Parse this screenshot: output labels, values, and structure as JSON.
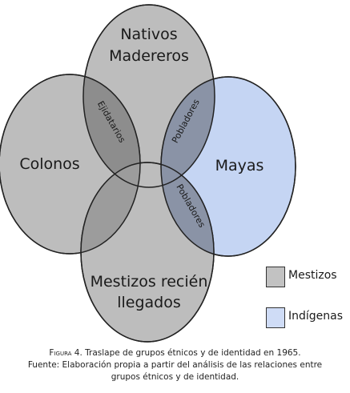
{
  "diagram": {
    "sets": {
      "nativos_line1": "Nativos",
      "nativos_line2": "Madereros",
      "colonos": "Colonos",
      "mayas": "Mayas",
      "mestizos_line1": "Mestizos recién",
      "mestizos_line2": "llegados"
    },
    "overlaps": {
      "nativos_colonos": "Ejidatarios",
      "nativos_mayas": "Pobladores",
      "mayas_mestizos": "Pobladores"
    },
    "colors": {
      "gray_fill": "#bdbdbd",
      "blue_fill": "#c5d5f3",
      "stroke": "#222222",
      "overlap_fill": "#8d8d8d",
      "overlap_blue": "#8a93a6"
    }
  },
  "legend": {
    "items": [
      {
        "label": "Mestizos",
        "color": "#c2c2c2"
      },
      {
        "label": "Indígenas",
        "color": "#cfdcf6"
      }
    ]
  },
  "caption": {
    "figure_label": "Figura",
    "title": "4. Traslape de grupos étnicos y de identidad en 1965.",
    "source": "Fuente: Elaboración propia a partir del análisis de las relaciones entre",
    "source_cont": "grupos étnicos y de identidad."
  }
}
